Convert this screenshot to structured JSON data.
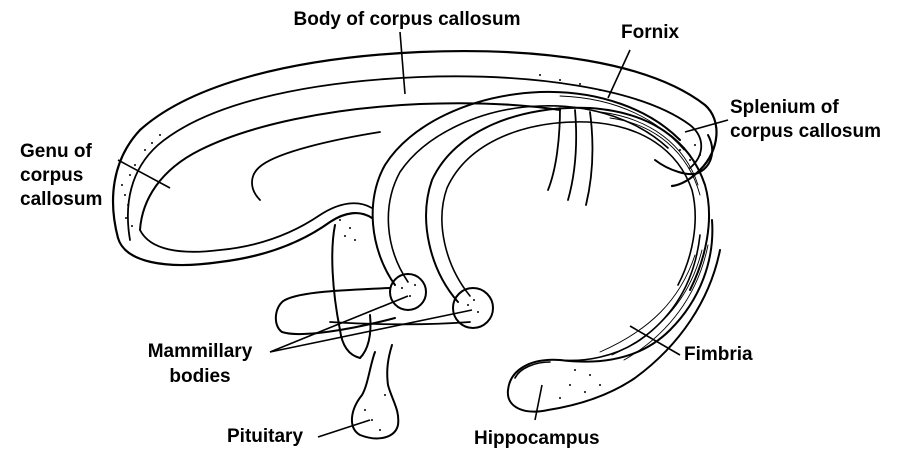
{
  "labels": {
    "body_of_corpus_callosum": "Body of corpus callosum",
    "fornix": "Fornix",
    "splenium_line1": "Splenium of",
    "splenium_line2": "corpus callosum",
    "genu_line1": "Genu of",
    "genu_line2": "corpus",
    "genu_line3": "callosum",
    "mammillary_line1": "Mammillary",
    "mammillary_line2": "bodies",
    "fimbria": "Fimbria",
    "pituitary": "Pituitary",
    "hippocampus": "Hippocampus"
  }
}
